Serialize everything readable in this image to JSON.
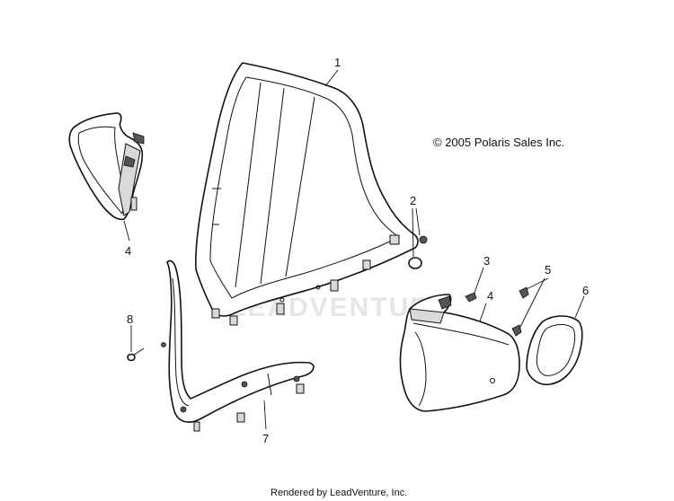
{
  "copyright": "© 2005 Polaris Sales Inc.",
  "footer": "Rendered by LeadVenture, Inc.",
  "watermark": "LEADVENTURE",
  "callouts": {
    "c1": "1",
    "c2": "2",
    "c3": "3",
    "c4a": "4",
    "c4b": "4",
    "c5": "5",
    "c6": "6",
    "c7": "7",
    "c8": "8"
  }
}
